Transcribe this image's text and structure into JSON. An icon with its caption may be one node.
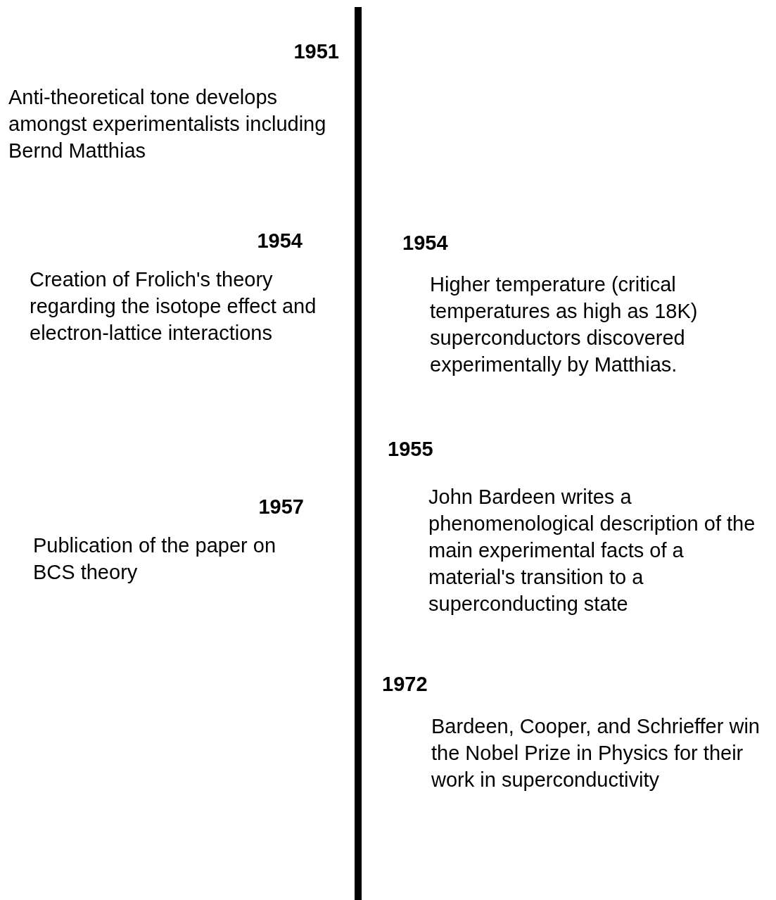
{
  "diagram": {
    "labels": [
      "1951",
      "Anti-theoretical tone develops amongst experimentalists including Bernd Matthias",
      "1954",
      "1954",
      "Creation of Frolich's theory regarding the isotope effect and electron-lattice interactions",
      "Higher temperature (critical temperatures as high as 18K) superconductors discovered experimentally by Matthias.",
      "1955",
      "1957",
      "John Bardeen writes a phenomenological description of the main experimental facts of a material's transition to a superconducting state",
      "Publication of the paper on BCS theory",
      "1972",
      "Bardeen, Cooper, and Schrieffer win the Nobel Prize in Physics for their work in superconductivity"
    ]
  }
}
